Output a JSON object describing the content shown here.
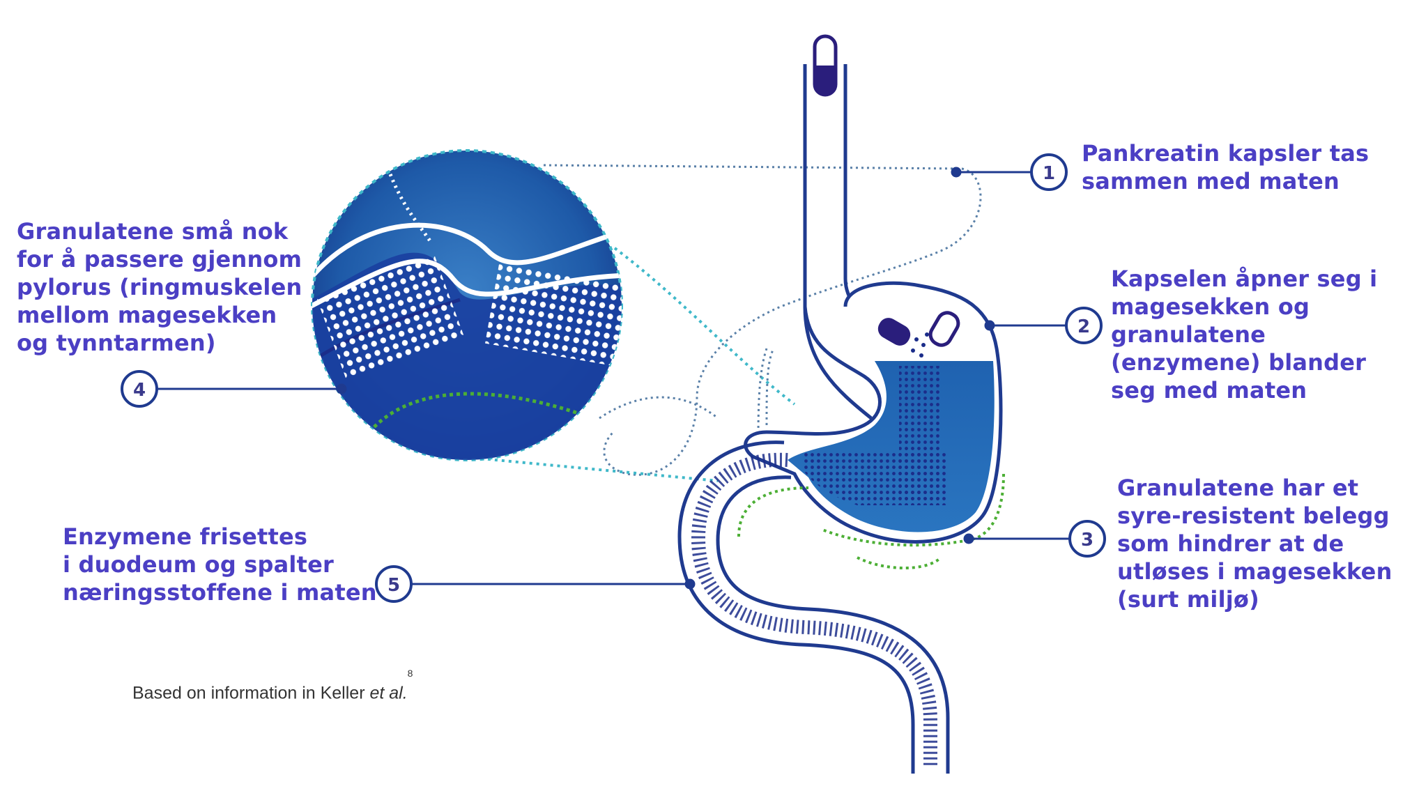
{
  "steps": [
    {
      "number": "1",
      "lines": [
        "Pankreatin kapsler tas",
        "sammen med maten"
      ]
    },
    {
      "number": "2",
      "lines": [
        "Kapselen åpner seg i",
        "magesekken og",
        "granulatene",
        "(enzymene) blander",
        "seg med maten"
      ]
    },
    {
      "number": "3",
      "lines": [
        "Granulatene har et",
        "syre-resistent belegg",
        "som hindrer at de",
        "utløses i magesekken",
        "(surt miljø)"
      ]
    },
    {
      "number": "4",
      "lines": [
        "Granulatene små nok",
        "for å passere gjennom",
        "pylorus (ringmuskelen",
        "mellom magesekken",
        "og tynntarmen)"
      ]
    },
    {
      "number": "5",
      "lines": [
        "Enzymene frisettes",
        "i duodeum og spalter",
        "næringsstoffene i maten"
      ]
    }
  ],
  "citation": {
    "text": "Based on information in Keller ",
    "italic": "et al.",
    "superscript": "8"
  },
  "colors": {
    "text": "#4b3fc4",
    "organ_outline": "#1f3a8f",
    "stomach_fill": "#2166b3",
    "granule_dark": "#1b2d8a",
    "teal_dots": "#3fb8c9",
    "green_dots": "#4caf35"
  },
  "icons": [
    "capsule-icon",
    "open-capsule-icon"
  ]
}
